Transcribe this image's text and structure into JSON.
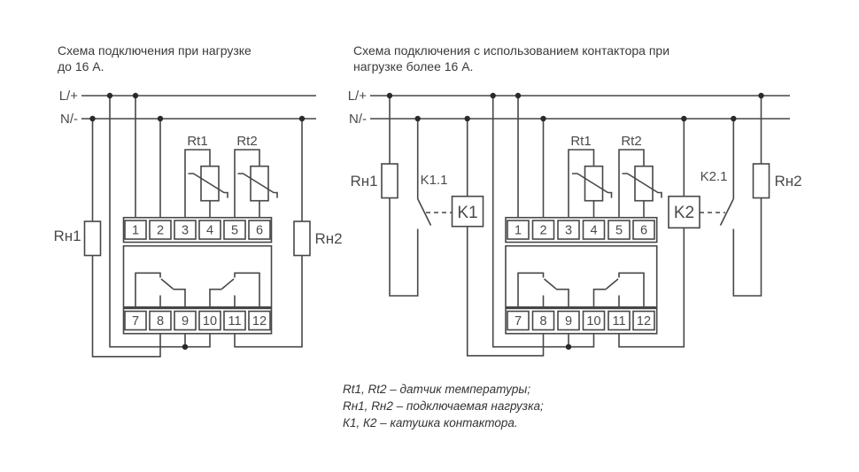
{
  "left_diagram": {
    "title_line1": "Схема подключения при нагрузке",
    "title_line2": "до 16 А.",
    "bus_live": "L/+",
    "bus_neutral": "N/-",
    "sensor1": "Rt1",
    "sensor2": "Rt2",
    "load1": "Rн1",
    "load2": "Rн2",
    "terminals_top": [
      "1",
      "2",
      "3",
      "4",
      "5",
      "6"
    ],
    "terminals_bottom": [
      "7",
      "8",
      "9",
      "10",
      "11",
      "12"
    ]
  },
  "right_diagram": {
    "title_line1": "Схема подключения с использованием контактора при",
    "title_line2": "нагрузке более 16 А.",
    "bus_live": "L/+",
    "bus_neutral": "N/-",
    "sensor1": "Rt1",
    "sensor2": "Rt2",
    "load1": "Rн1",
    "load2": "Rн2",
    "contactor1_coil": "K1",
    "contactor1_contact": "K1.1",
    "contactor2_coil": "K2",
    "contactor2_contact": "K2.1",
    "terminals_top": [
      "1",
      "2",
      "3",
      "4",
      "5",
      "6"
    ],
    "terminals_bottom": [
      "7",
      "8",
      "9",
      "10",
      "11",
      "12"
    ]
  },
  "legend": {
    "line1": "Rt1, Rt2 – датчик температуры;",
    "line2": "Rн1, Rн2 – подключаемая нагрузка;",
    "line3": "К1, К2 – катушка контактора."
  },
  "colors": {
    "line": "#474747",
    "text": "#4a4a4a",
    "background": "#ffffff"
  }
}
